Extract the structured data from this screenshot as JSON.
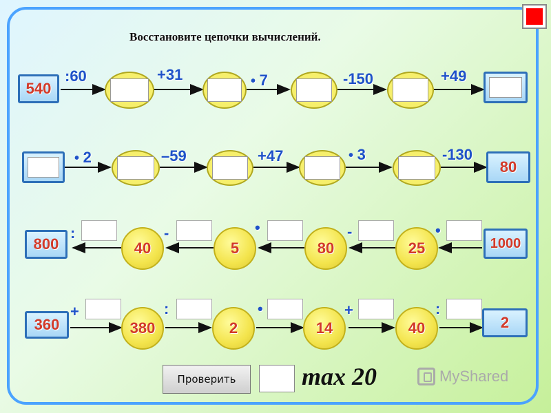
{
  "title": "Восстановите цепочки вычислений.",
  "corner_button_icon": "red-square-icon",
  "row1": {
    "start": "540",
    "ops": [
      ":60",
      "+31",
      "7",
      "-150",
      "+49"
    ]
  },
  "row2": {
    "end": "80",
    "ops": [
      "2",
      "–59",
      "+47",
      "3",
      "-130"
    ]
  },
  "row3": {
    "start": "1000",
    "values": [
      "25",
      "80",
      "5",
      "40"
    ],
    "end": "800",
    "ops": [
      "•",
      "-",
      "•",
      "-",
      ":"
    ]
  },
  "row4": {
    "start": "360",
    "values": [
      "380",
      "2",
      "14",
      "40"
    ],
    "end": "2",
    "ops": [
      "+",
      ":",
      "•",
      "+",
      ":"
    ]
  },
  "footer": {
    "check_label": "Проверить",
    "max_label": "max 20",
    "brand": "MyShared"
  },
  "colors": {
    "op_blue": "#1f52c9",
    "value_red": "#d23a2a",
    "circle_yellow": "#f3e44c",
    "box_border": "#2d6fb8",
    "frame_blue": "#4ba3ff"
  }
}
